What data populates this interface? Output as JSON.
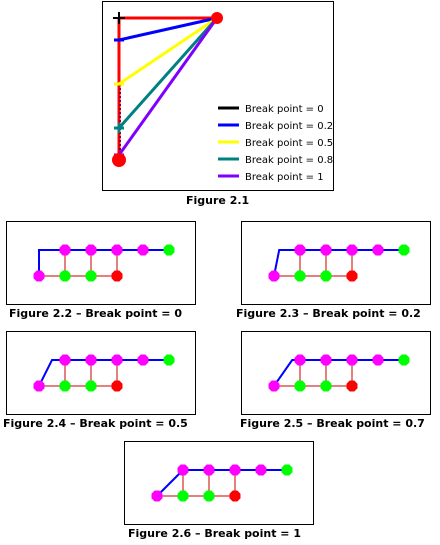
{
  "colors": {
    "red": "#ff0000",
    "blue": "#0000ff",
    "yellow": "#ffff00",
    "teal": "#008080",
    "purple": "#8000ff",
    "black": "#000000",
    "magenta": "#ff00ff",
    "green": "#00ff00",
    "dark_red": "#cc0000"
  },
  "figure_main": {
    "caption": "Figure 2.1",
    "legend": [
      {
        "label": "Break point = 0",
        "color": "#000000"
      },
      {
        "label": "Break point = 0.2",
        "color": "#0000ff"
      },
      {
        "label": "Break point = 0.5",
        "color": "#ffff00"
      },
      {
        "label": "Break point = 0.8",
        "color": "#008080"
      },
      {
        "label": "Break point = 1",
        "color": "#8000ff"
      }
    ]
  },
  "figures": [
    {
      "caption": "Figure 2.2 – Break point = 0",
      "break_point": 0
    },
    {
      "caption": "Figure 2.3 – Break point = 0.2",
      "break_point": 0.2
    },
    {
      "caption": "Figure 2.4 – Break point = 0.5",
      "break_point": 0.5
    },
    {
      "caption": "Figure 2.5 – Break point = 0.7",
      "break_point": 0.7
    },
    {
      "caption": "Figure 2.6 – Break point = 1",
      "break_point": 1
    }
  ]
}
